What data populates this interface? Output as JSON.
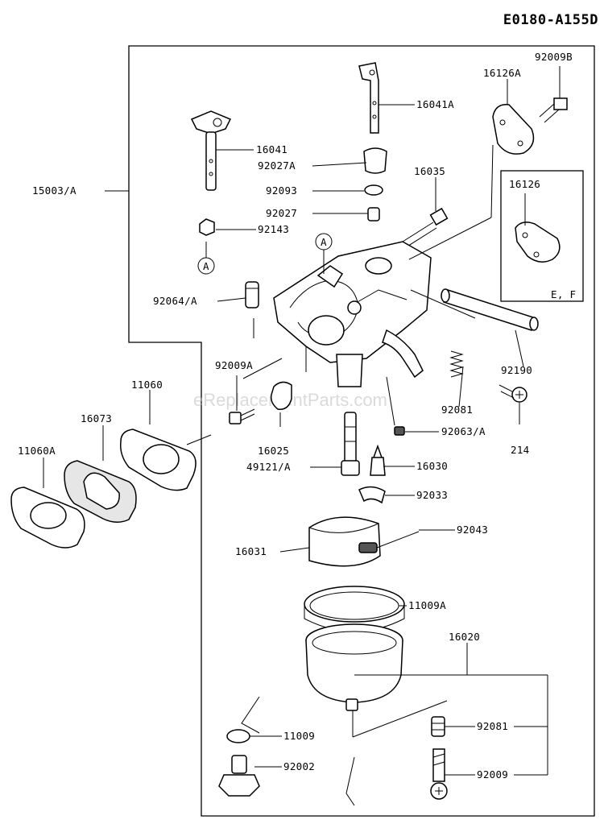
{
  "diagram_code": "E0180-A155D",
  "watermark": "eReplacementParts.com",
  "inset_variant": "E, F",
  "callout_marker": "A",
  "labels": {
    "p92009B": "92009B",
    "p16126A": "16126A",
    "p16041A": "16041A",
    "p16041": "16041",
    "p15003A": "15003/A",
    "p92027A": "92027A",
    "p16035": "16035",
    "p92093": "92093",
    "p92027": "92027",
    "p16126": "16126",
    "p92143": "92143",
    "p92064A": "92064/A",
    "p92009A": "92009A",
    "p11060": "11060",
    "p92190": "92190",
    "p16073": "16073",
    "p92081a": "92081",
    "p11060A": "11060A",
    "p92063A": "92063/A",
    "p16025": "16025",
    "p214": "214",
    "p49121A": "49121/A",
    "p16030": "16030",
    "p92033": "92033",
    "p92043": "92043",
    "p16031": "16031",
    "p11009A": "11009A",
    "p16020": "16020",
    "p11009": "11009",
    "p92081b": "92081",
    "p92002": "92002",
    "p92009": "92009"
  }
}
